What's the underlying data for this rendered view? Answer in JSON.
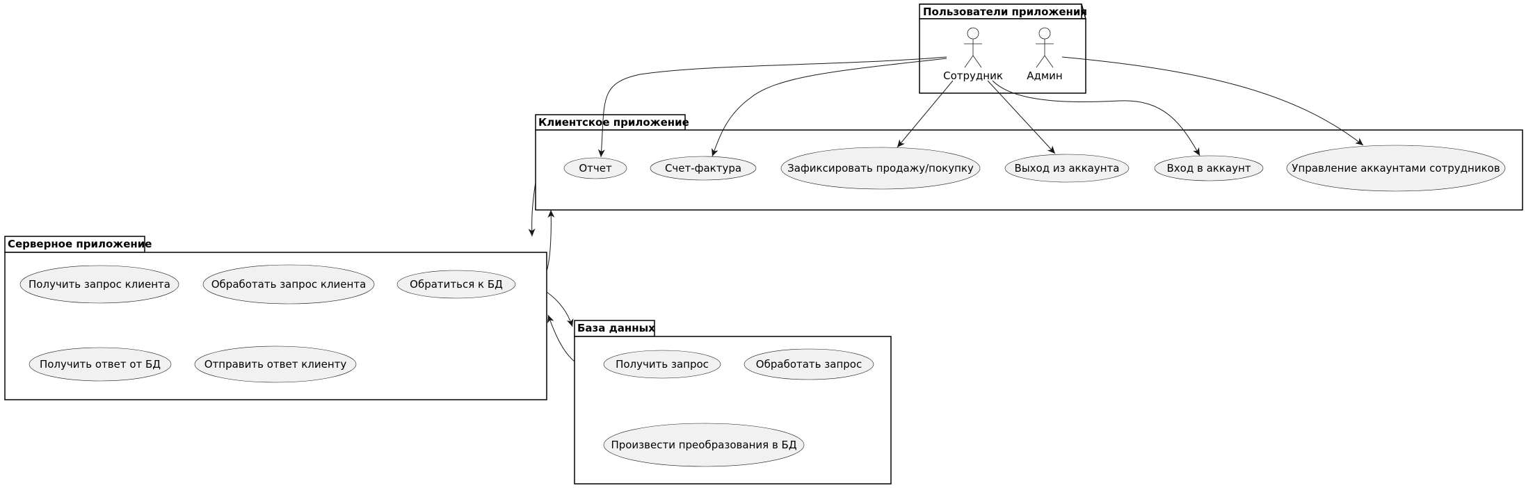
{
  "packages": {
    "users": {
      "title": "Пользователи приложения"
    },
    "client": {
      "title": "Клиентское приложение"
    },
    "server": {
      "title": "Серверное приложение"
    },
    "db": {
      "title": "База данных"
    }
  },
  "actors": {
    "employee": "Сотрудник",
    "admin": "Админ"
  },
  "client_usecases": {
    "report": "Отчет",
    "invoice": "Счет-фактура",
    "record_sale": "Зафиксировать продажу/покупку",
    "logout": "Выход из аккаунта",
    "login": "Вход в аккаунт",
    "manage_accounts": "Управление аккаунтами сотрудников"
  },
  "server_usecases": {
    "receive_request": "Получить запрос клиента",
    "process_request": "Обработать запрос клиента",
    "access_db": "Обратиться к БД",
    "receive_db_response": "Получить ответ от БД",
    "send_response": "Отправить ответ клиенту"
  },
  "db_usecases": {
    "receive_query": "Получить запрос",
    "process_query": "Обработать запрос",
    "transform": "Произвести преобразования в БД"
  }
}
